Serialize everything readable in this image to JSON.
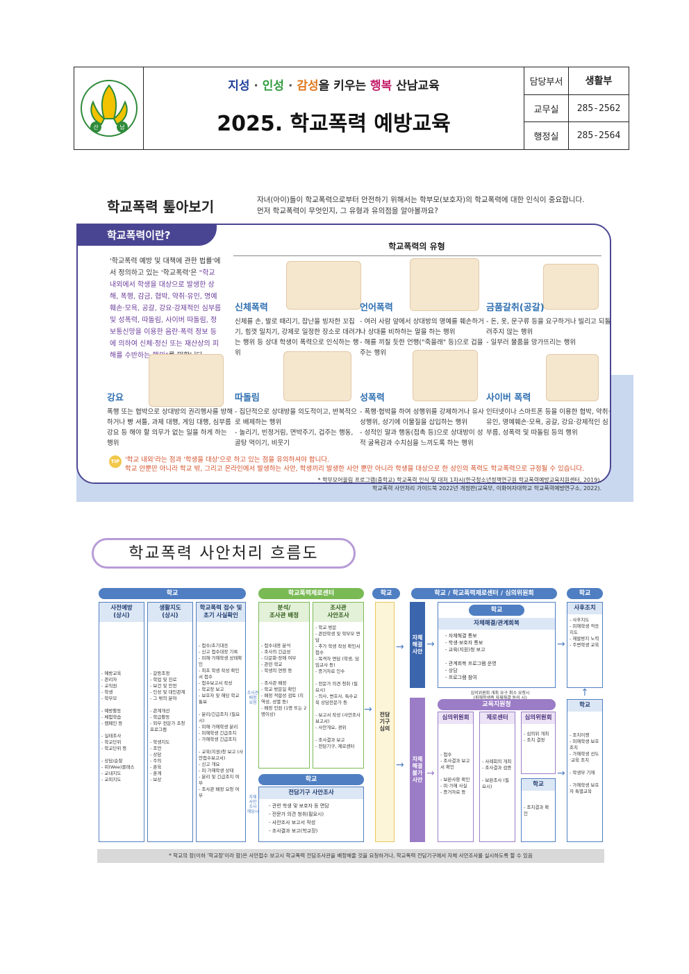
{
  "header": {
    "logo_text_left": "산",
    "logo_text_right": "남",
    "slogan": {
      "w1": "지성",
      "sep1": " · ",
      "w2": "인성",
      "sep2": " · ",
      "w3": "감성",
      "w4": "을 키우는 ",
      "w5": "행복",
      "w6": " 산남교육"
    },
    "title": "2025. 학교폭력 예방교육",
    "info": [
      {
        "key": "담당부서",
        "value": "생활부"
      },
      {
        "key": "교무실",
        "value": "285-2562"
      },
      {
        "key": "행정실",
        "value": "285-2564"
      }
    ]
  },
  "section1": {
    "title": "학교폭력 톺아보기",
    "intro": "자녀(아이)들이 학교폭력으로부터 안전하기 위해서는 학부모(보호자)의 학교폭력에 대한 인식이 중요합니다. 먼저 학교폭력이 무엇인지, 그 유형과 유의점을 알아볼까요?",
    "tab": "학교폭력이란?",
    "definition_pre": "'학교폭력 예방 및 대책에 관한 법률'에서 정의하고 있는 '학교폭력'은 ",
    "definition_main": "\"학교 내외에서 학생을 대상으로 발생한 상해, 폭행, 감금, 협박, 약취·유인, 명예훼손·모욕, 공갈, 강요·강제적인 심부름 및 성폭력, 따돌림, 사이버 따돌림, 정보통신망을 이용한 음란·폭력 정보 등에 의하여 신체·정신 또는 재산상의 피해를 수반하는 행위\"",
    "definition_post": "를 말합니다.",
    "types_title": "학교폭력의 유형",
    "types": [
      {
        "name": "신체폭력",
        "desc": "신체를 손, 발로 때리기, 잡난을 빙자한 꼬집기, 힘껏 밀치기, 강제로 일정한 장소로 데려가는 행위 등 상대 학생이 폭력으로 인식하는 행위"
      },
      {
        "name": "언어폭력",
        "desc": "- 여러 사람 앞에서 상대방의 명예를 훼손하거나 상대를 비하하는 말을 하는 행위\n- 해를 끼칠 듯한 언행(\"죽을래\" 등)으로 겁을 주는 행위"
      },
      {
        "name": "금품갈취(공갈)",
        "desc": "- 돈, 옷, 문구류 등을 요구하거나 빌리고 되돌려주지 않는 행위\n- 일부러 물품을 망가뜨리는 행위"
      },
      {
        "name": "강요",
        "desc": "폭행 또는 협박으로 상대방의 권리행사를 방해하거나 빵 셔틀, 과제 대행, 게임 대행, 심부름 강요 등 해야 할 의무가 없는 일을 하게 하는 행위"
      },
      {
        "name": "따돌림",
        "desc": "- 집단적으로 상대방을 의도적이고, 반복적으로 배제하는 행위\n- 놀리기, 빈정거림, 면박주기, 겁주는 행동, 골탕 먹이기, 비웃기"
      },
      {
        "name": "성폭력",
        "desc": "- 폭행·협박을 하여 성행위를 강제하거나 유사 성행위, 성기에 이물질을 삽입하는 행위\n- 성적인 말과 행동(접촉 등)으로 상대방이 성적 굴욕감과 수치심을 느끼도록 하는 행위"
      },
      {
        "name": "사이버 폭력",
        "desc": "인터넷이나 스마트폰 등을 이용한 협박, 약취·유인, 명예훼손·모욕, 공갈, 강요·강제적인 심부름, 성폭력 및 따돌림 등의 행위"
      }
    ],
    "tip_label": "TIP",
    "note1": "'학교 내외'라는 점과 '학생을 대상'으로 하고 있는 점을 유의하셔야 합니다.",
    "note2": "학교 안뿐만 아니라 학교 밖, 그리고 온라인에서 발생하는 사안, 학생끼리 발생한 사안 뿐만 아니라 학생을 대상으로 한 성인의 폭력도 학교폭력으로 규정될 수 있습니다.",
    "ref1": "* 학부모어울림 프로그램(중학교) 학교폭력 인식 및 대처 1차시(한국청소년정책연구원 학교폭력예방교육지원센터, 2019),",
    "ref2": "학교폭력 사안처리 가이드북 2022년 개정판(교육부, 이화여자대학교 학교폭력예방연구소, 2022)."
  },
  "section2": {
    "title": "학교폭력 사안처리 흐름도",
    "groups": {
      "school": "학교",
      "center": "학교폭력제로센터",
      "school2": "학교",
      "triple": "학교 / 학교폭력제로센터 / 심의위원회",
      "school3": "학교"
    },
    "cols": {
      "c1_head": "사전예방\n(상시)",
      "c1_body": "- 예방교육\n  - 관리자\n  - 교직원\n  - 학생\n  - 학부모\n\n- 예방활동\n  - 체험학습\n  - 캠페인 등\n\n- 실태조사\n  - 학교단위\n  - 학교단위 등\n\n- 상담/순찰\n  - 위(Wee)클래스\n  - 교내지도\n  - 교외지도",
      "c2_head": "생활지도\n(상시)",
      "c2_body": "- 갈등조정\n  - 학업 및 진로\n  - 보건 및 안전\n  - 인성 및 대인관계\n  - 그 밖의 분야\n\n- 관계개선\n  - 학급활동\n  - 외부 전문가 초청 프로그램\n\n- 학생지도\n  - 조언\n  - 상담\n  - 주의\n  - 훈육\n  - 훈계\n  - 보상",
      "c3_head": "학교폭력 접수 및\n초기 사실확인",
      "c3_body": "- 접수/초기대응\n  - 신고 접수대장 기록\n  - 피해·가해학생 상태확인\n  - 최초 학생 작성 확인서 접수\n  - 접수보고서 작성\n  - 학교장 보고\n  - 보호자 및 해당 학교 통보\n\n- 분리/긴급조치 (필요시)\n  - 피해·가해학생 분리\n  - 피해학생 긴급조치\n  - 가해학생 긴급조치\n\n- 교육(지원)청 보고 (사안접수보고서)\n  - 신고 개요\n  - 피·가해학생 상태\n  - 분리 및 긴급조치 여부\n  - 조사관 배정 요청 여부",
      "c4_head": "분석/\n조사관 배정",
      "c4_body": "- 접수내용 분석\n  - 조사의 긴급성\n  - 다문화·장애 여부\n  - 관련 학교\n  - 학생의 연령 등\n\n- 조사관 배정\n  - 학교 방문일 확인\n  - 배정 적합성 검토 (지역성, 성별 등)\n  - 배정 인원 (1명 또는 2명이상)",
      "c5_head": "조사관\n사안조사",
      "c5_body": "- 학교 방문\n  - 관련학생 및 학부모 면담\n  - 추가 학생 작성 확인서 접수\n  - 목격자 면담 (학생, 담임교사 등)\n  - 증거자료 인수\n\n- 전문가 의견 청취 (필요시)\n  - 의사, 변호사, 특수교육 상담전문가 등\n\n- 보고서 작성 (사안조사보고서)\n  - 사안개요, 경위\n\n- 조사결과 보고\n  - 전담기구, 제로센터",
      "c6_head": "전담기구 사안조사",
      "c6_body": "- 관련 학생 및 보호자 등 면담\n- 전문가 의견 청취(필요시)\n- 사안조사 보고서 작성\n- 조사결과 보고(학교장)",
      "c6_group": "학교",
      "c7": "전담\n기구\n심의",
      "c8_head": "자체해결/관계회복",
      "c8_group": "학교",
      "c8_body": "- 자체해결 통보\n  - 학생·보호자 통보\n  - 교육(지원)청 보고\n\n- 관계회복 프로그램 운영\n  - 상담\n  - 프로그램 참여",
      "c9_head": "사후조치",
      "c9_body": "- 사후지도\n  - 피해학생 적응지도\n  - 재발방지 노력\n  - 주변학생 교육",
      "c10_head": "학교",
      "c10_body": "- 조치이행\n  - 피해학생 보호조치\n  - 가해학생 선도·교육 조치\n\n- 학생부 기재\n\n- 가해학생 보호자 특별교육",
      "edu_group": "교육지원청",
      "e1_head": "심의위원회",
      "e1_body": "- 접수\n  - 조사결과 보고서 확인\n\n- 보완사항 확인\n  - 피·가해 사실\n  - 증거자료 등",
      "e2_head": "제로센터",
      "e2_body": "- 사례회의 개최\n  - 조사결과 검증\n\n- 보완조사 (필요시)",
      "e3_head": "심의위원회",
      "e3_body": "- 심의위 개최\n  - 조치 결정",
      "e4_head": "학교",
      "e4_body": "- 조치결과 확인",
      "selfres": "자체\n해결\n사안",
      "noselfres": "자체\n해결\n불가\n사안",
      "request_note": "심의위원회 개최 요구 취소 요청시\n(피해학생측 자체해결 동의 시)",
      "side1": "조사관\n배정\n요청",
      "side2": "자체\n사안\n조사\n해당시"
    },
    "footnote": "* 학교의 장(이하 '학교장'이라 함)은 사안접수 보고시 학교폭력 전담조사관을 배정해줄 것을 요청하거나, 학교폭력 전담기구에서 자체 사안조사를 실시하도록 할 수 있음"
  }
}
